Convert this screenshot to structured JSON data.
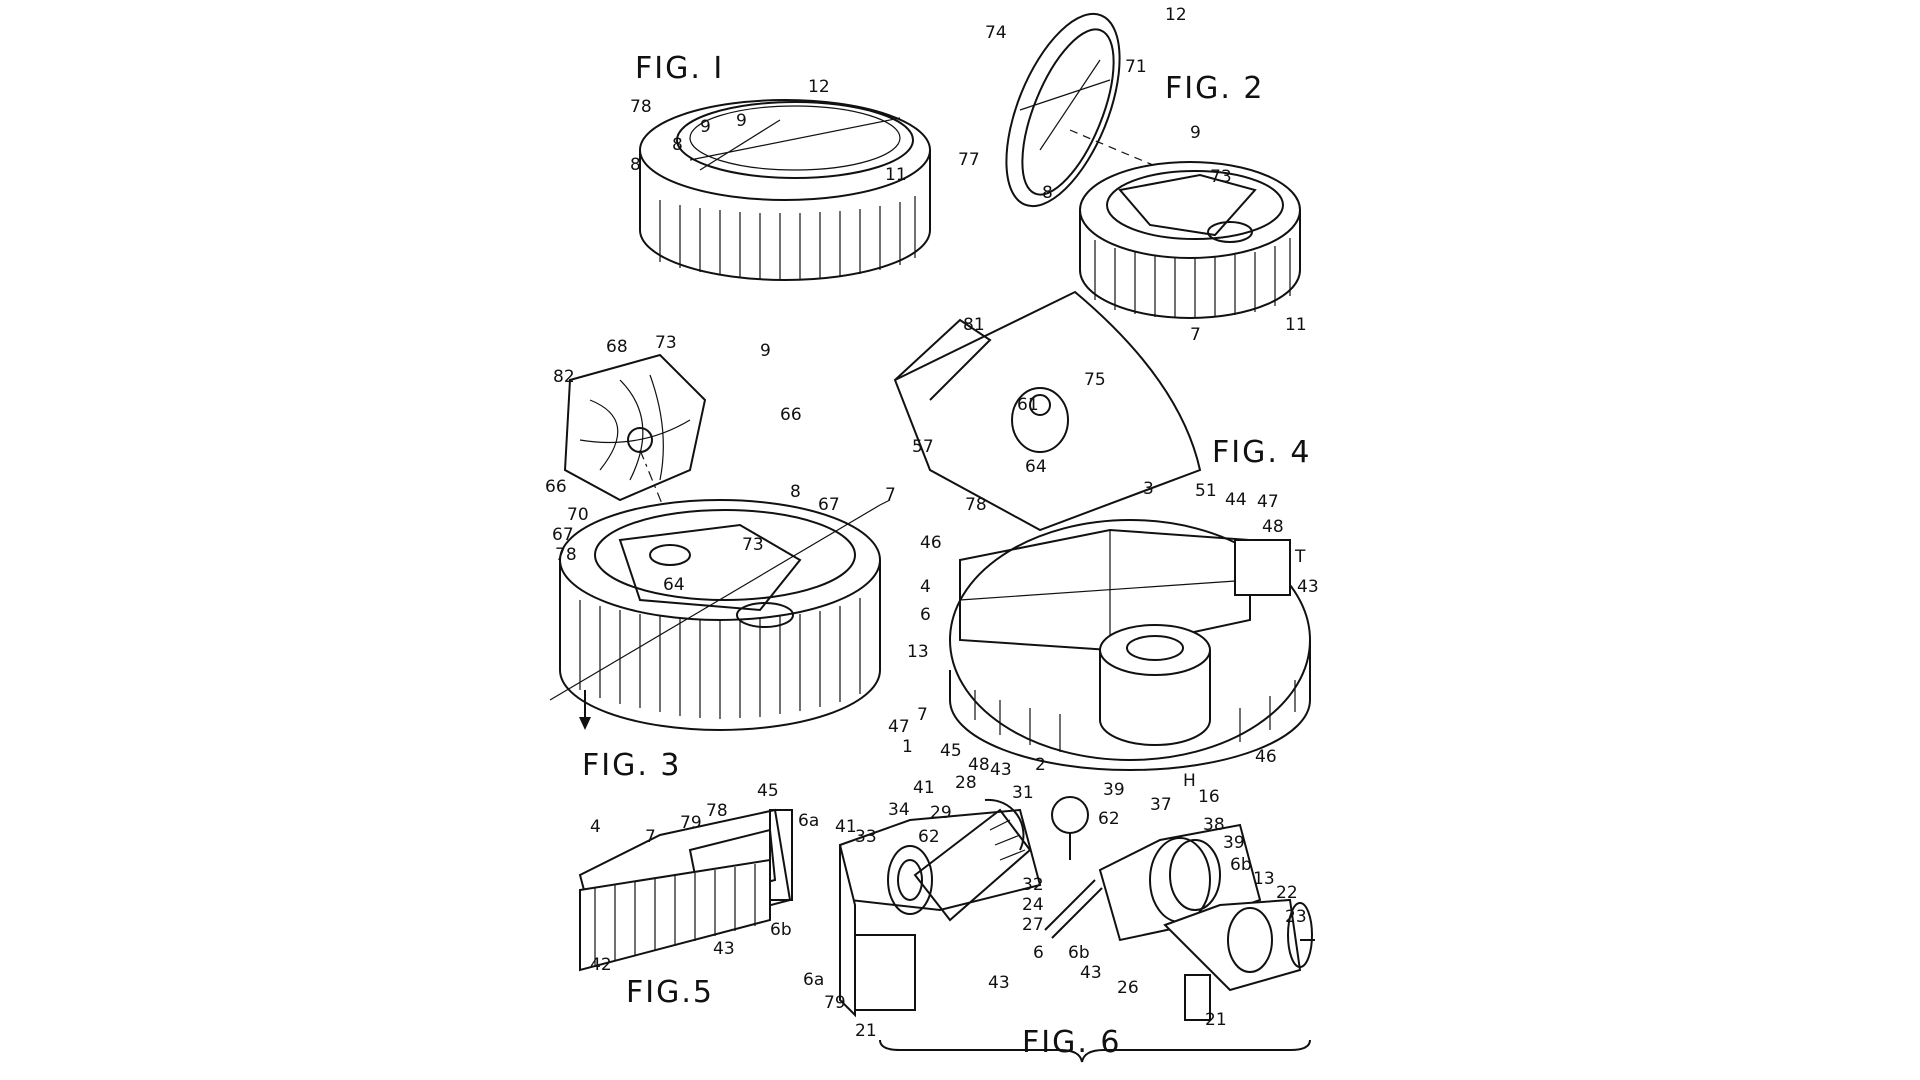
{
  "figure_titles": {
    "fig1": "FIG. I",
    "fig2": "FIG. 2",
    "fig3": "FIG. 3",
    "fig4": "FIG. 4",
    "fig5": "FIG.5",
    "fig6": "FIG. 6"
  },
  "labels": {
    "fig1": [
      "78",
      "12",
      "9",
      "9",
      "8",
      "8",
      "11"
    ],
    "fig2": [
      "74",
      "12",
      "71",
      "77",
      "9",
      "73",
      "8",
      "7",
      "11"
    ],
    "fig3": [
      "82",
      "68",
      "73",
      "9",
      "66",
      "66",
      "70",
      "8",
      "67",
      "7",
      "67",
      "78",
      "73",
      "64"
    ],
    "fig4": [
      "81",
      "75",
      "57",
      "61",
      "64",
      "78",
      "3",
      "51",
      "44",
      "47",
      "48",
      "46",
      "T",
      "4",
      "43",
      "6",
      "13",
      "7",
      "47",
      "1",
      "45",
      "48",
      "43",
      "2",
      "H",
      "46"
    ],
    "fig5": [
      "4",
      "7",
      "79",
      "78",
      "45",
      "6a",
      "42",
      "43",
      "6b"
    ],
    "fig6": [
      "41",
      "28",
      "31",
      "39",
      "16",
      "41",
      "34",
      "29",
      "62",
      "37",
      "38",
      "33",
      "62",
      "39",
      "32",
      "6b",
      "13",
      "22",
      "24",
      "23",
      "27",
      "6",
      "6b",
      "43",
      "26",
      "6a",
      "43",
      "79",
      "21",
      "21"
    ]
  }
}
